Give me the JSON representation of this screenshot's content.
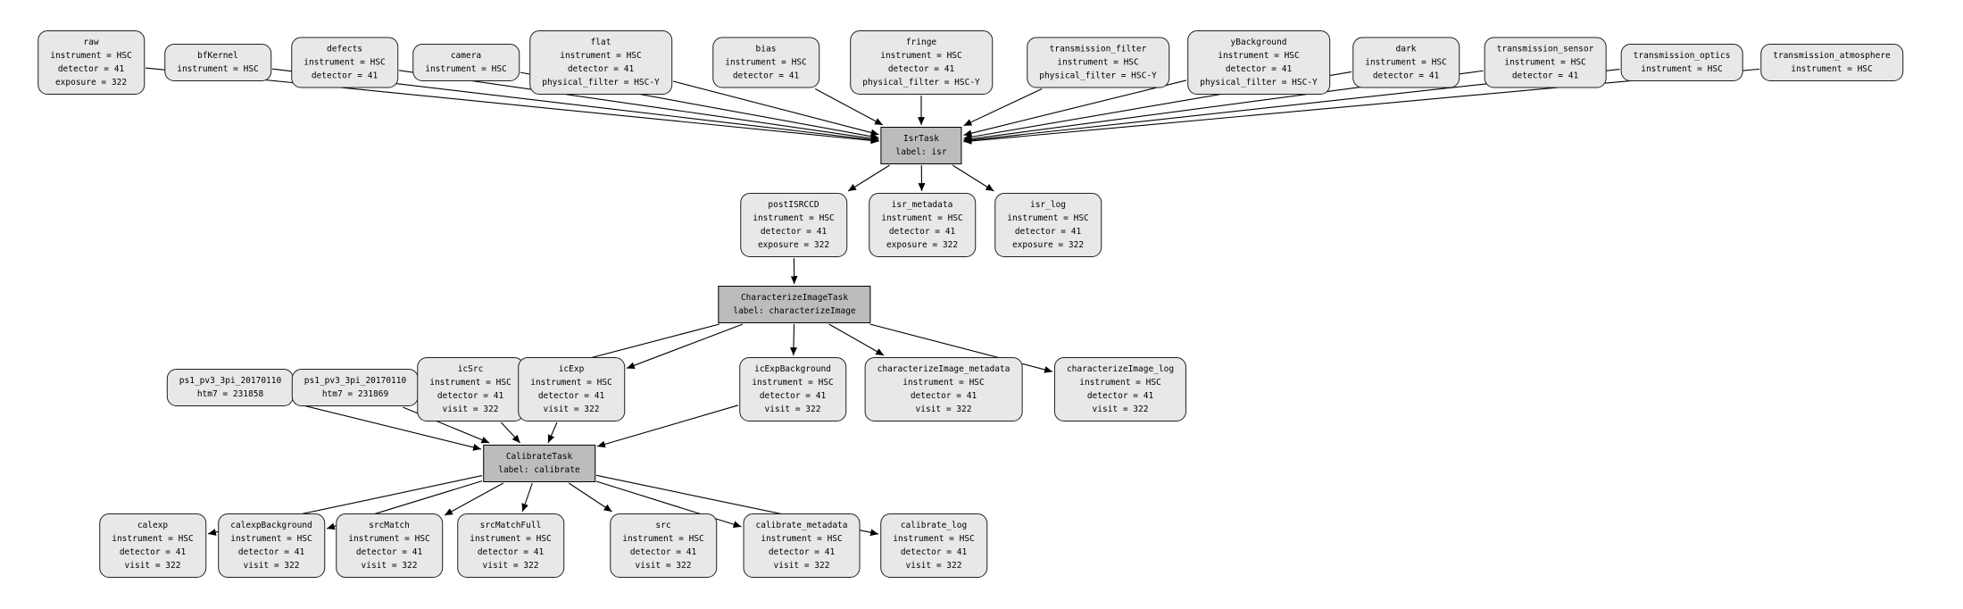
{
  "graph": {
    "kind": "pipeline-quantum-graph",
    "colors": {
      "background": "#ffffff",
      "dataset_fill": "#e8e8e8",
      "task_fill": "#bcbcbc",
      "border": "#000000",
      "edge": "#000000"
    },
    "nodes": [
      {
        "id": "raw",
        "kind": "dataset",
        "lines": [
          "raw",
          "instrument = HSC",
          "detector = 41",
          "exposure = 322"
        ]
      },
      {
        "id": "bfKernel",
        "kind": "dataset",
        "lines": [
          "bfKernel",
          "instrument = HSC"
        ]
      },
      {
        "id": "defects",
        "kind": "dataset",
        "lines": [
          "defects",
          "instrument = HSC",
          "detector = 41"
        ]
      },
      {
        "id": "camera",
        "kind": "dataset",
        "lines": [
          "camera",
          "instrument = HSC"
        ]
      },
      {
        "id": "flat",
        "kind": "dataset",
        "lines": [
          "flat",
          "instrument = HSC",
          "detector = 41",
          "physical_filter = HSC-Y"
        ]
      },
      {
        "id": "bias",
        "kind": "dataset",
        "lines": [
          "bias",
          "instrument = HSC",
          "detector = 41"
        ]
      },
      {
        "id": "fringe",
        "kind": "dataset",
        "lines": [
          "fringe",
          "instrument = HSC",
          "detector = 41",
          "physical_filter = HSC-Y"
        ]
      },
      {
        "id": "transmission_filter",
        "kind": "dataset",
        "lines": [
          "transmission_filter",
          "instrument = HSC",
          "physical_filter = HSC-Y"
        ]
      },
      {
        "id": "yBackground",
        "kind": "dataset",
        "lines": [
          "yBackground",
          "instrument = HSC",
          "detector = 41",
          "physical_filter = HSC-Y"
        ]
      },
      {
        "id": "dark",
        "kind": "dataset",
        "lines": [
          "dark",
          "instrument = HSC",
          "detector = 41"
        ]
      },
      {
        "id": "transmission_sensor",
        "kind": "dataset",
        "lines": [
          "transmission_sensor",
          "instrument = HSC",
          "detector = 41"
        ]
      },
      {
        "id": "transmission_optics",
        "kind": "dataset",
        "lines": [
          "transmission_optics",
          "instrument = HSC"
        ]
      },
      {
        "id": "transmission_atmosphere",
        "kind": "dataset",
        "lines": [
          "transmission_atmosphere",
          "instrument = HSC"
        ]
      },
      {
        "id": "IsrTask",
        "kind": "task",
        "lines": [
          "IsrTask",
          "label: isr"
        ]
      },
      {
        "id": "postISRCCD",
        "kind": "dataset",
        "lines": [
          "postISRCCD",
          "instrument = HSC",
          "detector = 41",
          "exposure = 322"
        ]
      },
      {
        "id": "isr_metadata",
        "kind": "dataset",
        "lines": [
          "isr_metadata",
          "instrument = HSC",
          "detector = 41",
          "exposure = 322"
        ]
      },
      {
        "id": "isr_log",
        "kind": "dataset",
        "lines": [
          "isr_log",
          "instrument = HSC",
          "detector = 41",
          "exposure = 322"
        ]
      },
      {
        "id": "CharacterizeImageTask",
        "kind": "task",
        "lines": [
          "CharacterizeImageTask",
          "label: characterizeImage"
        ]
      },
      {
        "id": "ps1_a",
        "kind": "dataset",
        "lines": [
          "ps1_pv3_3pi_20170110",
          "htm7 = 231858"
        ]
      },
      {
        "id": "ps1_b",
        "kind": "dataset",
        "lines": [
          "ps1_pv3_3pi_20170110",
          "htm7 = 231869"
        ]
      },
      {
        "id": "icSrc",
        "kind": "dataset",
        "lines": [
          "icSrc",
          "instrument = HSC",
          "detector = 41",
          "visit = 322"
        ]
      },
      {
        "id": "icExp",
        "kind": "dataset",
        "lines": [
          "icExp",
          "instrument = HSC",
          "detector = 41",
          "visit = 322"
        ]
      },
      {
        "id": "icExpBackground",
        "kind": "dataset",
        "lines": [
          "icExpBackground",
          "instrument = HSC",
          "detector = 41",
          "visit = 322"
        ]
      },
      {
        "id": "characterizeImage_metadata",
        "kind": "dataset",
        "lines": [
          "characterizeImage_metadata",
          "instrument = HSC",
          "detector = 41",
          "visit = 322"
        ]
      },
      {
        "id": "characterizeImage_log",
        "kind": "dataset",
        "lines": [
          "characterizeImage_log",
          "instrument = HSC",
          "detector = 41",
          "visit = 322"
        ]
      },
      {
        "id": "CalibrateTask",
        "kind": "task",
        "lines": [
          "CalibrateTask",
          "label: calibrate"
        ]
      },
      {
        "id": "calexp",
        "kind": "dataset",
        "lines": [
          "calexp",
          "instrument = HSC",
          "detector = 41",
          "visit = 322"
        ]
      },
      {
        "id": "calexpBackground",
        "kind": "dataset",
        "lines": [
          "calexpBackground",
          "instrument = HSC",
          "detector = 41",
          "visit = 322"
        ]
      },
      {
        "id": "srcMatch",
        "kind": "dataset",
        "lines": [
          "srcMatch",
          "instrument = HSC",
          "detector = 41",
          "visit = 322"
        ]
      },
      {
        "id": "srcMatchFull",
        "kind": "dataset",
        "lines": [
          "srcMatchFull",
          "instrument = HSC",
          "detector = 41",
          "visit = 322"
        ]
      },
      {
        "id": "src",
        "kind": "dataset",
        "lines": [
          "src",
          "instrument = HSC",
          "detector = 41",
          "visit = 322"
        ]
      },
      {
        "id": "calibrate_metadata",
        "kind": "dataset",
        "lines": [
          "calibrate_metadata",
          "instrument = HSC",
          "detector = 41",
          "visit = 322"
        ]
      },
      {
        "id": "calibrate_log",
        "kind": "dataset",
        "lines": [
          "calibrate_log",
          "instrument = HSC",
          "detector = 41",
          "visit = 322"
        ]
      }
    ],
    "edges": [
      [
        "raw",
        "IsrTask"
      ],
      [
        "bfKernel",
        "IsrTask"
      ],
      [
        "defects",
        "IsrTask"
      ],
      [
        "camera",
        "IsrTask"
      ],
      [
        "flat",
        "IsrTask"
      ],
      [
        "bias",
        "IsrTask"
      ],
      [
        "fringe",
        "IsrTask"
      ],
      [
        "transmission_filter",
        "IsrTask"
      ],
      [
        "yBackground",
        "IsrTask"
      ],
      [
        "dark",
        "IsrTask"
      ],
      [
        "transmission_sensor",
        "IsrTask"
      ],
      [
        "transmission_optics",
        "IsrTask"
      ],
      [
        "transmission_atmosphere",
        "IsrTask"
      ],
      [
        "IsrTask",
        "postISRCCD"
      ],
      [
        "IsrTask",
        "isr_metadata"
      ],
      [
        "IsrTask",
        "isr_log"
      ],
      [
        "postISRCCD",
        "CharacterizeImageTask"
      ],
      [
        "CharacterizeImageTask",
        "icSrc"
      ],
      [
        "CharacterizeImageTask",
        "icExp"
      ],
      [
        "CharacterizeImageTask",
        "icExpBackground"
      ],
      [
        "CharacterizeImageTask",
        "characterizeImage_metadata"
      ],
      [
        "CharacterizeImageTask",
        "characterizeImage_log"
      ],
      [
        "ps1_a",
        "CalibrateTask"
      ],
      [
        "ps1_b",
        "CalibrateTask"
      ],
      [
        "icSrc",
        "CalibrateTask"
      ],
      [
        "icExp",
        "CalibrateTask"
      ],
      [
        "icExpBackground",
        "CalibrateTask"
      ],
      [
        "CalibrateTask",
        "calexp"
      ],
      [
        "CalibrateTask",
        "calexpBackground"
      ],
      [
        "CalibrateTask",
        "srcMatch"
      ],
      [
        "CalibrateTask",
        "srcMatchFull"
      ],
      [
        "CalibrateTask",
        "src"
      ],
      [
        "CalibrateTask",
        "calibrate_metadata"
      ],
      [
        "CalibrateTask",
        "calibrate_log"
      ]
    ]
  }
}
